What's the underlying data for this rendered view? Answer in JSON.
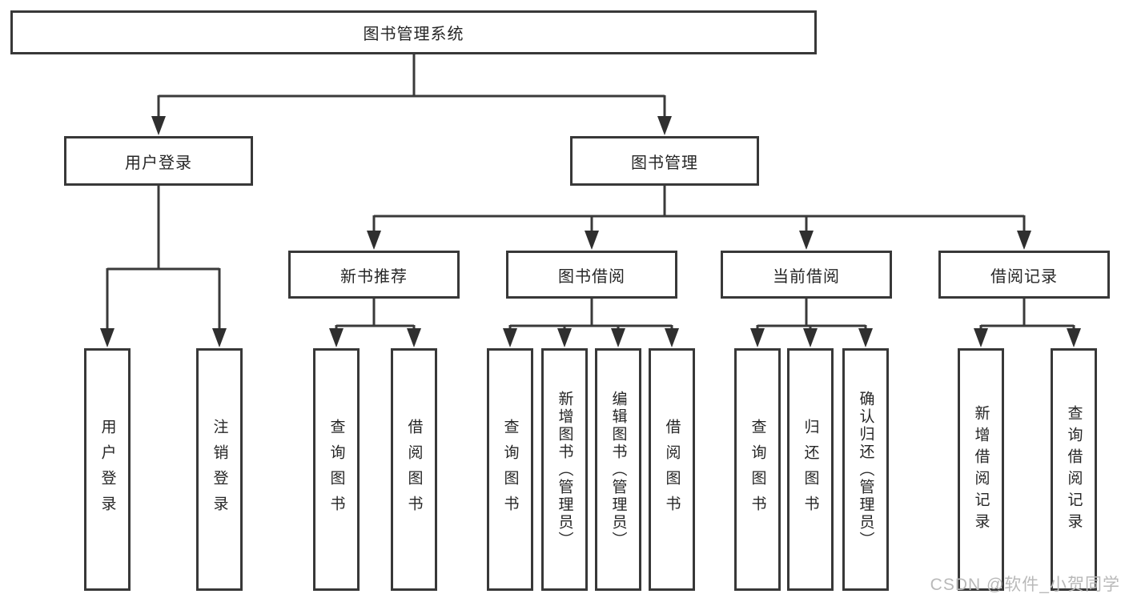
{
  "diagram": {
    "root": {
      "label": "图书管理系统"
    },
    "level2": [
      {
        "label": "用户登录"
      },
      {
        "label": "图书管理"
      }
    ],
    "level3": [
      {
        "label": "新书推荐"
      },
      {
        "label": "图书借阅"
      },
      {
        "label": "当前借阅"
      },
      {
        "label": "借阅记录"
      }
    ],
    "leaves": {
      "user_login": [
        "用户登录",
        "注销登录"
      ],
      "new_book_recommend": [
        "查询图书",
        "借阅图书"
      ],
      "book_borrow": [
        "查询图书",
        "新增图书（管理员）",
        "编辑图书（管理员）",
        "借阅图书"
      ],
      "current_borrow": [
        "查询图书",
        "归还图书",
        "确认归还（管理员）"
      ],
      "borrow_records": [
        "新增借阅记录",
        "查询借阅记录"
      ]
    },
    "watermark": "CSDN @软件_小贺同学",
    "colors": {
      "line": "#3a3a3a",
      "border": "#383838",
      "text": "#262626",
      "watermark": "#b9b9b9",
      "background": "#ffffff"
    }
  }
}
